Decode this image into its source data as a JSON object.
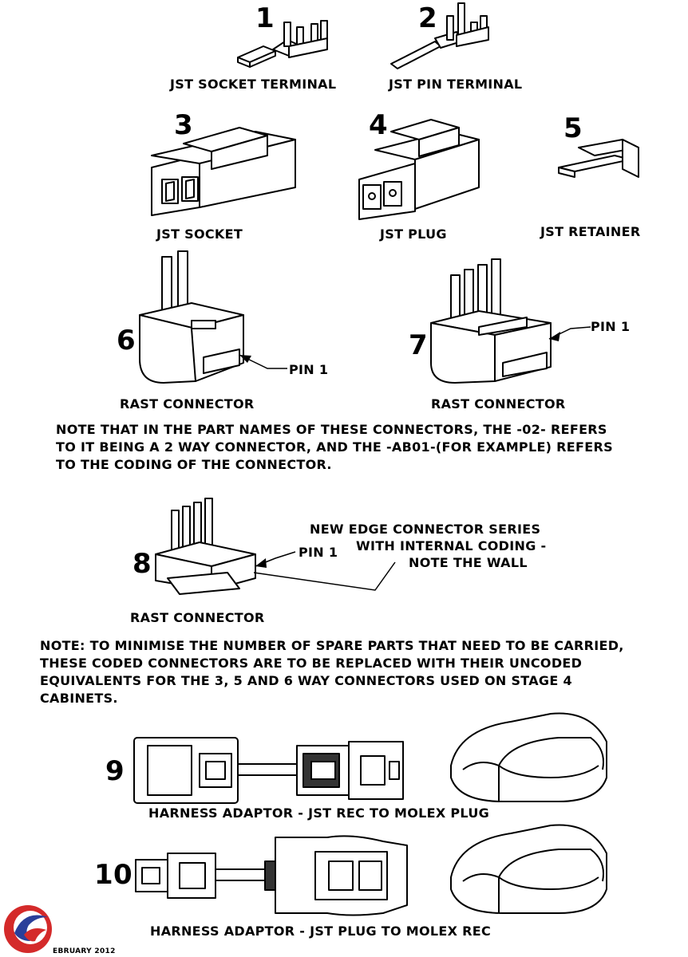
{
  "numbers": [
    "1",
    "2",
    "3",
    "4",
    "5",
    "6",
    "7",
    "8",
    "9",
    "10"
  ],
  "captions": {
    "c1": "JST SOCKET TERMINAL",
    "c2": "JST PIN TERMINAL",
    "c3": "JST SOCKET",
    "c4": "JST PLUG",
    "c5": "JST RETAINER",
    "c6": "RAST CONNECTOR",
    "c7": "RAST CONNECTOR",
    "c8": "RAST CONNECTOR",
    "c9": "HARNESS ADAPTOR - JST REC TO MOLEX PLUG",
    "c10": "HARNESS ADAPTOR - JST PLUG TO MOLEX REC"
  },
  "pin_labels": {
    "p6": "PIN 1",
    "p7": "PIN 1",
    "p8": "PIN 1"
  },
  "edge_note": [
    "NEW EDGE CONNECTOR SERIES",
    "WITH INTERNAL CODING -",
    "NOTE THE WALL"
  ],
  "note1": [
    "NOTE THAT IN THE PART NAMES OF THESE CONNECTORS, THE -02- REFERS",
    "TO IT BEING A 2 WAY CONNECTOR, AND THE -AB01-(FOR EXAMPLE) REFERS",
    "TO THE CODING OF THE CONNECTOR."
  ],
  "note2": [
    "NOTE: TO MINIMISE THE NUMBER OF SPARE PARTS THAT NEED TO BE CARRIED,",
    "THESE CODED CONNECTORS ARE TO BE REPLACED WITH THEIR UNCODED",
    "EQUIVALENTS FOR THE 3, 5 AND 6 WAY CONNECTORS USED ON STAGE 4",
    "CABINETS."
  ],
  "footer_date": "EBRUARY 2012",
  "colors": {
    "ink": "#000000",
    "logo_red": "#d42a2a",
    "logo_blue": "#2a3f9a"
  }
}
